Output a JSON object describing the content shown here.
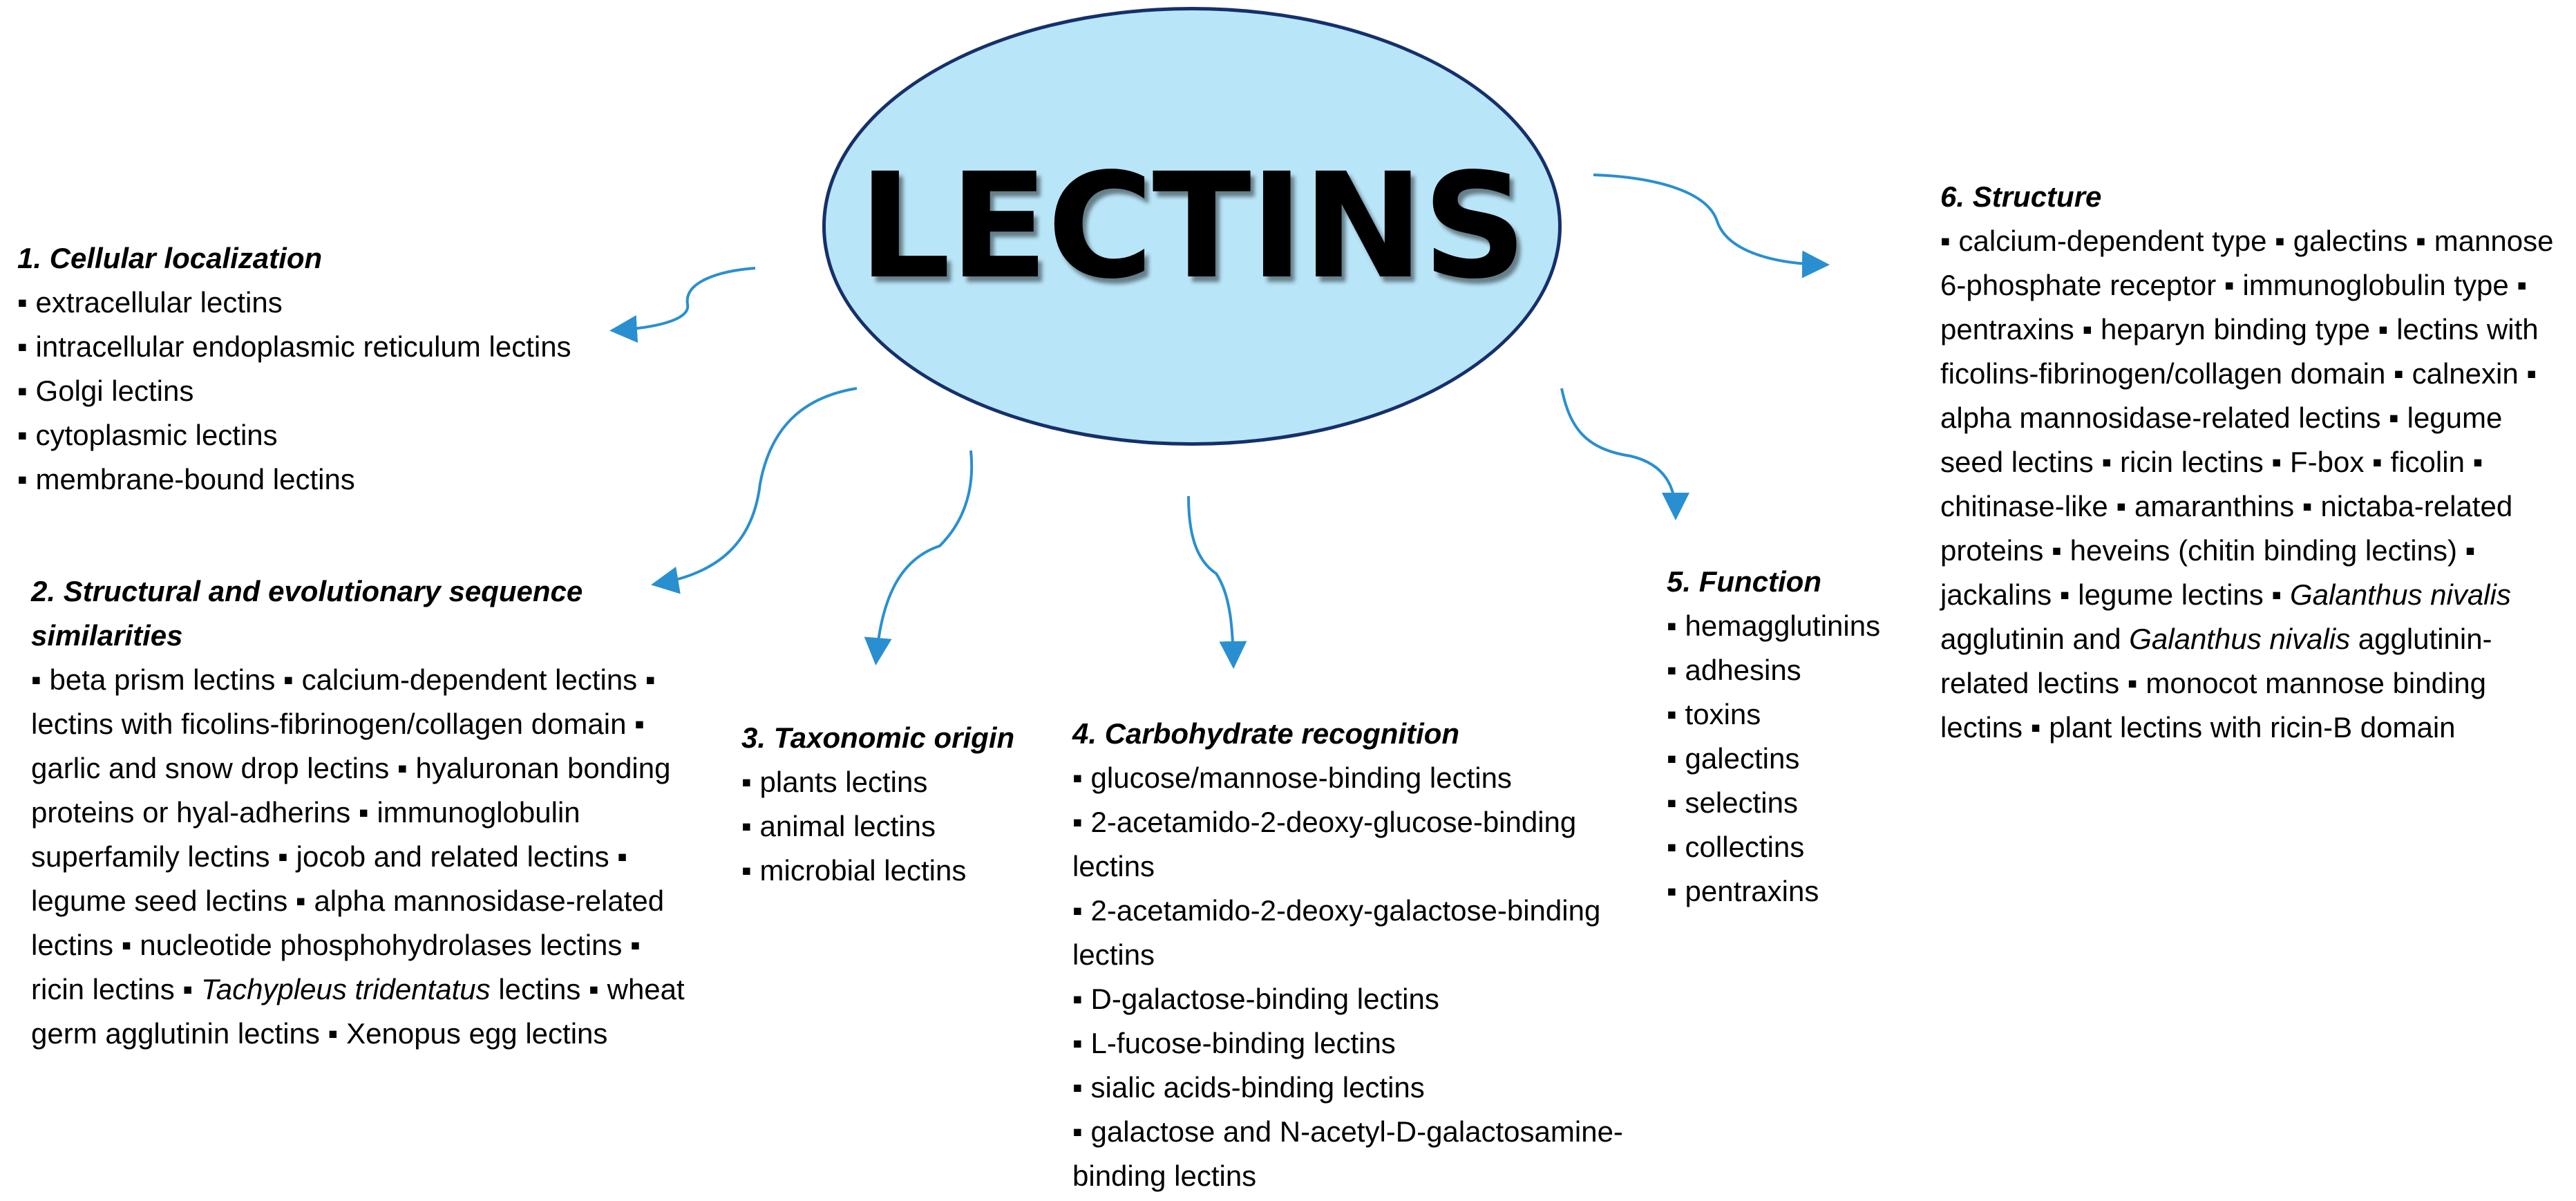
{
  "title": "LECTINS",
  "colors": {
    "ellipse_fill": "#b9e5f8",
    "ellipse_border": "#15306b",
    "arrow": "#2a8fd0"
  },
  "groups": {
    "cellular": {
      "heading": "1. Cellular localization",
      "items": [
        "▪ extracellular lectins",
        "▪ intracellular endoplasmic reticulum lectins",
        "▪ Golgi lectins",
        "▪ cytoplasmic lectins",
        "▪ membrane-bound lectins"
      ]
    },
    "structural": {
      "heading": "2. Structural and evolutionary sequence similarities",
      "text_a": "▪ beta prism lectins ▪ calcium-dependent lectins ▪ lectins with ficolins-fibrinogen/collagen domain ▪ garlic and snow drop lectins ▪ hyaluronan bonding proteins or hyal-adherins ▪ immunoglobulin superfamily lectins ▪ jocob and related lectins ▪ legume seed lectins ▪ alpha mannosidase-related lectins ▪ nucleotide phosphohydrolases lectins ▪ ricin lectins ▪ ",
      "text_italic": "Tachypleus tridentatus",
      "text_b": " lectins ▪ wheat germ agglutinin lectins ▪ Xenopus egg lectins"
    },
    "taxonomic": {
      "heading": "3. Taxonomic origin",
      "items": [
        "▪ plants lectins",
        "▪ animal lectins",
        "▪ microbial lectins"
      ]
    },
    "carbohydrate": {
      "heading": "4. Carbohydrate recognition",
      "items": [
        "▪ glucose/mannose-binding lectins",
        "▪ 2-acetamido-2-deoxy-glucose-binding lectins",
        "▪ 2-acetamido-2-deoxy-galactose-binding lectins",
        "▪ D-galactose-binding lectins",
        "▪ L-fucose-binding lectins",
        "▪ sialic acids-binding lectins",
        "▪ galactose and N-acetyl-D-galactosamine-binding lectins"
      ]
    },
    "function": {
      "heading": "5. Function",
      "items": [
        "▪ hemagglutinins",
        "▪ adhesins",
        "▪ toxins",
        "▪ galectins",
        "▪ selectins",
        "▪ collectins",
        "▪ pentraxins"
      ]
    },
    "structure": {
      "heading": "6. Structure",
      "text_a": "▪ calcium-dependent type ▪ galectins ▪ mannose 6-phosphate receptor ▪ immunoglobulin type ▪ pentraxins ▪ heparyn binding type ▪ lectins with ficolins-fibrinogen/collagen domain ▪ calnexin ▪ alpha mannosidase-related lectins ▪ legume seed lectins ▪ ricin lectins ▪ F-box ▪ ficolin ▪ chitinase-like ▪ amaranthins ▪ nictaba-related proteins ▪ heveins (chitin binding lectins) ▪ jackalins ▪ legume lectins ▪ ",
      "text_italic1": "Galanthus nivalis",
      "text_b": " agglutinin and ",
      "text_italic2": "Galanthus nivalis",
      "text_c": " agglutinin-related lectins ▪ monocot mannose binding lectins ▪ plant lectins with ricin-B domain"
    }
  }
}
